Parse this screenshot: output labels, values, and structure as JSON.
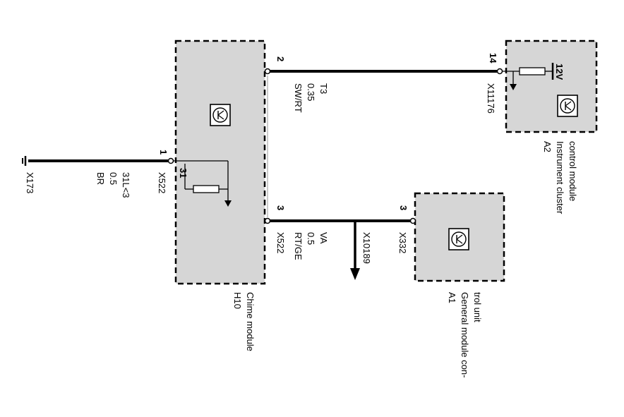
{
  "modules": {
    "h10": {
      "id": "H10",
      "name": "Chime module"
    },
    "a1": {
      "id": "A1",
      "name_line1": "General module con-",
      "name_line2": "trol unit"
    },
    "a2": {
      "id": "A2",
      "name_line1": "Instrument cluster",
      "name_line2": "control module"
    }
  },
  "pins": {
    "h10_pin1": "1",
    "h10_pin2": "2",
    "h10_pin3": "3",
    "h10_internal": "31",
    "a1_pin3": "3",
    "a2_pin14": "14"
  },
  "connectors": {
    "h10_pin1": "X522",
    "h10_pin3": "X522",
    "a1": "X332",
    "a2": "X11176",
    "ground": "X173",
    "branch": "X10189"
  },
  "wires": {
    "ground_wire": {
      "signal": "31L<3",
      "size": "0.5",
      "color": "BR"
    },
    "t3_wire": {
      "signal": "T3",
      "size": "0.35",
      "color": "SW/RT"
    },
    "va_wire": {
      "signal": "VA",
      "size": "0.5",
      "color": "RT/GE"
    }
  },
  "a2_voltage": "12V"
}
